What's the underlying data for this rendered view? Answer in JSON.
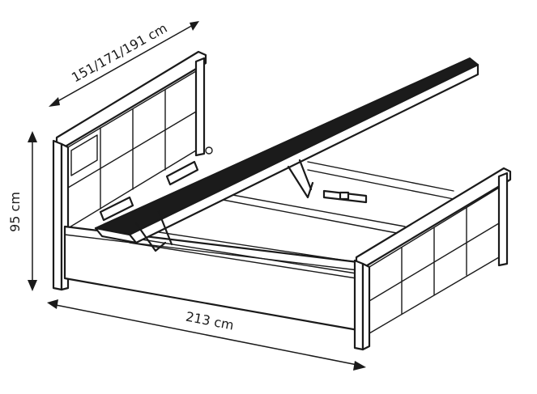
{
  "dimensions": {
    "width_label": "151/171/191 cm",
    "height_label": "95 cm",
    "length_label": "213 cm"
  }
}
